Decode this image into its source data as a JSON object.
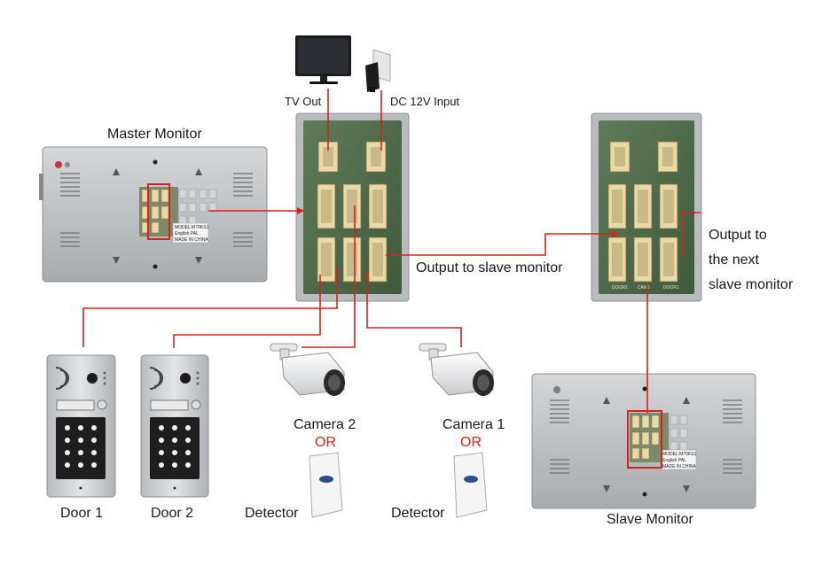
{
  "labels": {
    "master_monitor": "Master Monitor",
    "slave_monitor": "Slave Monitor",
    "tv_out": "TV Out",
    "dc_input": "DC 12V Input",
    "output_slave": "Output to slave monitor",
    "output_next_1": "Output to",
    "output_next_2": "the next",
    "output_next_3": "slave monitor",
    "camera2": "Camera 2",
    "camera1": "Camera 1",
    "or": "OR",
    "detector": "Detector",
    "door1": "Door 1",
    "door2": "Door 2"
  },
  "monitor_sticker": {
    "model": "MODEL:M70KS1",
    "language": "English PAL",
    "origin": "MADE IN CHINA"
  },
  "board_labels": [
    "DOOR2",
    "CAM2",
    "DOOR1"
  ],
  "colors": {
    "wire": "#d9201a",
    "monitor_body": "#b9bcbf",
    "board_green": "#4f6b4a",
    "connector": "#e8d9a6",
    "door_panel": "#cfd2d4",
    "keypad": "#1e1e1e"
  }
}
